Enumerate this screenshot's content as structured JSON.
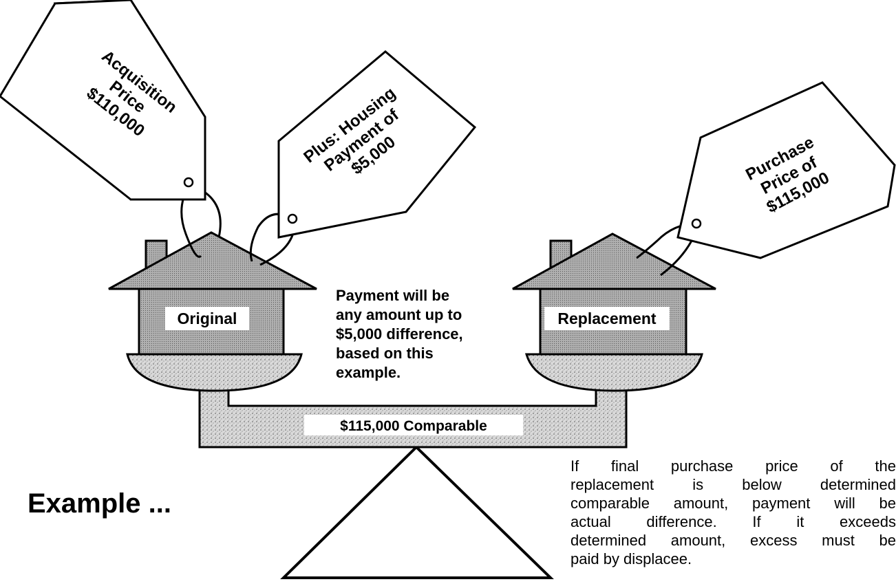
{
  "tags": {
    "acquisition": {
      "lines": [
        "Acquisition",
        "Price",
        "$110,000"
      ]
    },
    "housing": {
      "lines": [
        "Plus: Housing",
        "Payment of",
        "$5,000"
      ]
    },
    "purchase": {
      "lines": [
        "Purchase",
        "Price of",
        "$115,000"
      ]
    }
  },
  "houses": {
    "original_label": "Original",
    "replacement_label": "Replacement"
  },
  "beam_label": "$115,000 Comparable",
  "center_note": {
    "lines": [
      "Payment will be",
      "any amount up to",
      "$5,000 difference,",
      "based on this",
      "example."
    ]
  },
  "example_heading": "Example ...",
  "footnote": {
    "lines": [
      "If final purchase price of the",
      "replacement is below determined",
      "comparable amount, payment will be",
      "actual difference. If it exceeds",
      "determined amount, excess must be",
      "paid by displacee."
    ]
  },
  "colors": {
    "ink": "#000000",
    "house_fill": "#a9a9a9",
    "paper": "#ffffff"
  }
}
